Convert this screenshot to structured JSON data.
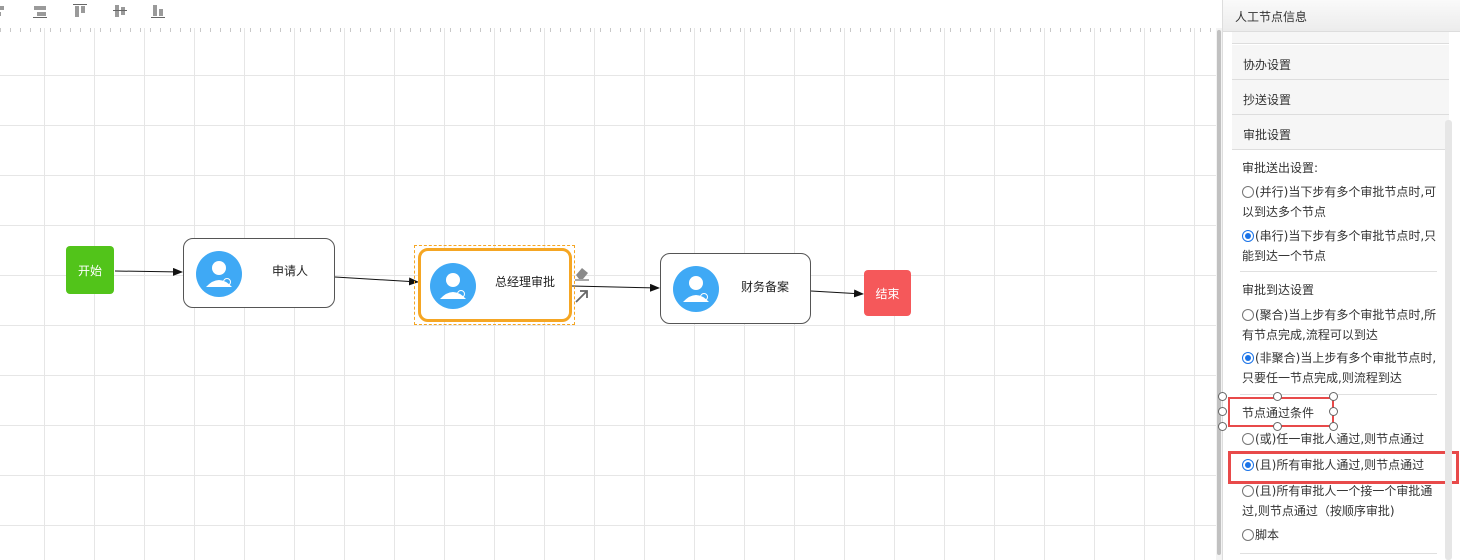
{
  "toolbar": {
    "buttons": [
      "align-left-icon",
      "align-center-icon",
      "align-top-icon",
      "align-middle-icon",
      "align-bottom-icon"
    ]
  },
  "flow": {
    "start": {
      "label": "开始",
      "color": "#52c41a"
    },
    "nodes": [
      {
        "label": "申请人",
        "selected": false
      },
      {
        "label": "总经理审批",
        "selected": true
      },
      {
        "label": "财务备案",
        "selected": false
      }
    ],
    "end": {
      "label": "结束",
      "color": "#f5585a"
    },
    "selection_color": "#f5a623",
    "avatar_color": "#3fa9f5"
  },
  "panel": {
    "title": "人工节点信息",
    "sections": [
      "协办设置",
      "抄送设置",
      "审批设置"
    ],
    "send_out": {
      "heading": "审批送出设置:",
      "options": [
        {
          "line1": "(并行)当下步有多个审批节点时,可",
          "line2": "以到达多个节点",
          "checked": false
        },
        {
          "line1": "(串行)当下步有多个审批节点时,只",
          "line2": "能到达一个节点",
          "checked": true
        }
      ]
    },
    "arrive": {
      "heading": "审批到达设置",
      "options": [
        {
          "line1": "(聚合)当上步有多个审批节点时,所",
          "line2": "有节点完成,流程可以到达",
          "checked": false
        },
        {
          "line1": "(非聚合)当上步有多个审批节点时,",
          "line2": "只要任一节点完成,则流程到达",
          "checked": true
        }
      ]
    },
    "pass": {
      "heading": "节点通过条件",
      "options": [
        {
          "line1": "(或)任一审批人通过,则节点通过",
          "checked": false
        },
        {
          "line1": "(且)所有审批人通过,则节点通过",
          "checked": true
        },
        {
          "line1": "(且)所有审批人一个接一个审批通",
          "line2": "过,则节点通过（按顺序审批)",
          "checked": false
        },
        {
          "line1": "脚本",
          "checked": false
        }
      ]
    },
    "highlight_color": "#e84a4a"
  }
}
